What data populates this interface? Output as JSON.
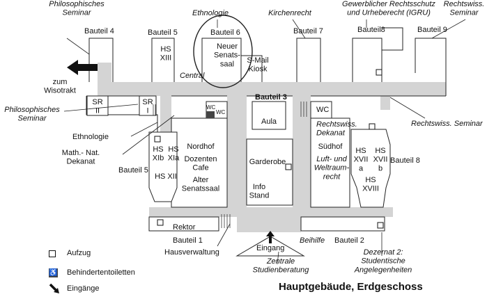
{
  "title": "Hauptgebäude, Erdgeschoss",
  "top_labels": {
    "philosophisches_seminar": "Philosophisches\nSeminar",
    "ethnologie": "Ethnologie",
    "kirchenrecht": "Kirchenrecht",
    "igru": "Gewerblicher Rechtsschutz\nund Urheberecht (IGRU)",
    "rechtswiss_seminar": "Rechtswiss.\nSeminar"
  },
  "bauteile": {
    "b1": "Bauteil 1",
    "b2": "Bauteil 2",
    "b3": "Bauteil 3",
    "b4": "Bauteil 4",
    "b5_top": "Bauteil 5",
    "b5_side": "Bauteil 5",
    "b6": "Bauteil 6",
    "b7": "Bauteil 7",
    "b8_top": "Bauteil8",
    "b8_side": "Bauteil 8",
    "b9": "Bauteil 9"
  },
  "rooms": {
    "hs13": "HS\nXIII",
    "neuer_senatssaal": "Neuer\nSenats-\nsaal",
    "smail": "S-Mail\nKiosk",
    "central": "Central",
    "sr2": "SR\nII",
    "sr1": "SR\nI",
    "wc": "WC",
    "wc2": "WC",
    "wc3": "WC",
    "aula": "Aula",
    "garderobe": "Garderobe",
    "info": "Info\nStand",
    "nordhof": "Nordhof",
    "dozenten": "Dozenten\nCafe",
    "alter": "Alter\nSenatssaal",
    "hs11b": "HS\nXIb",
    "hs11a": "HS\nXIa",
    "hs12": "HS XII",
    "hs17a": "HS\nXVII\na",
    "hs17b": "HS\nXVII\nb",
    "hs18": "HS\nXVIII",
    "suedhof": "Südhof",
    "luft": "Luft- und\nWeltraum-\nrecht",
    "rekt_dekanat": "Rechtswiss.\nDekanat",
    "rektor": "Rektor",
    "eingang": "Eingang"
  },
  "side_labels": {
    "zum_wisotrakt": "zum\nWisotrakt",
    "philo_seminar_left": "Philosophisches\nSeminar",
    "ethnologie_left": "Ethnologie",
    "math_nat": "Math.- Nat.\nDekanat",
    "rechtswiss_seminar_right": "Rechtswiss. Seminar",
    "hausverwaltung": "Hausverwaltung",
    "zentrale": "Zentrale\nStudienberatung",
    "beihilfe": "Beihilfe",
    "dezernat": "Dezernat 2:\nStudentische\nAngelegenheiten"
  },
  "legend": {
    "aufzug": "Aufzug",
    "toiletten": "Behindertentoiletten",
    "eingaenge": "Eingänge"
  },
  "colors": {
    "corridor": "#d4d4d4",
    "walls": "#222222",
    "background": "#ffffff"
  }
}
